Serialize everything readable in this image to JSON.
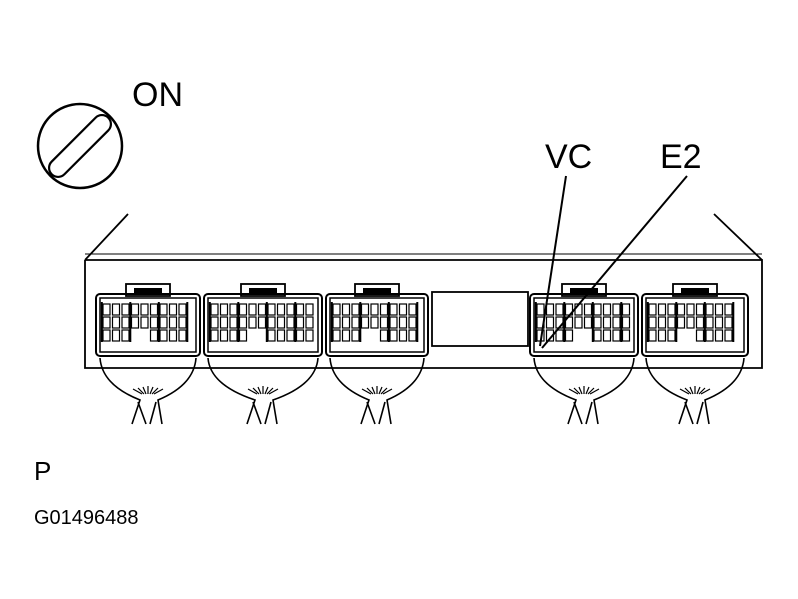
{
  "labels": {
    "ignition": "ON",
    "terminal_vc": "VC",
    "terminal_e2": "E2",
    "view_code": "P",
    "figure_id": "G01496488"
  }
}
